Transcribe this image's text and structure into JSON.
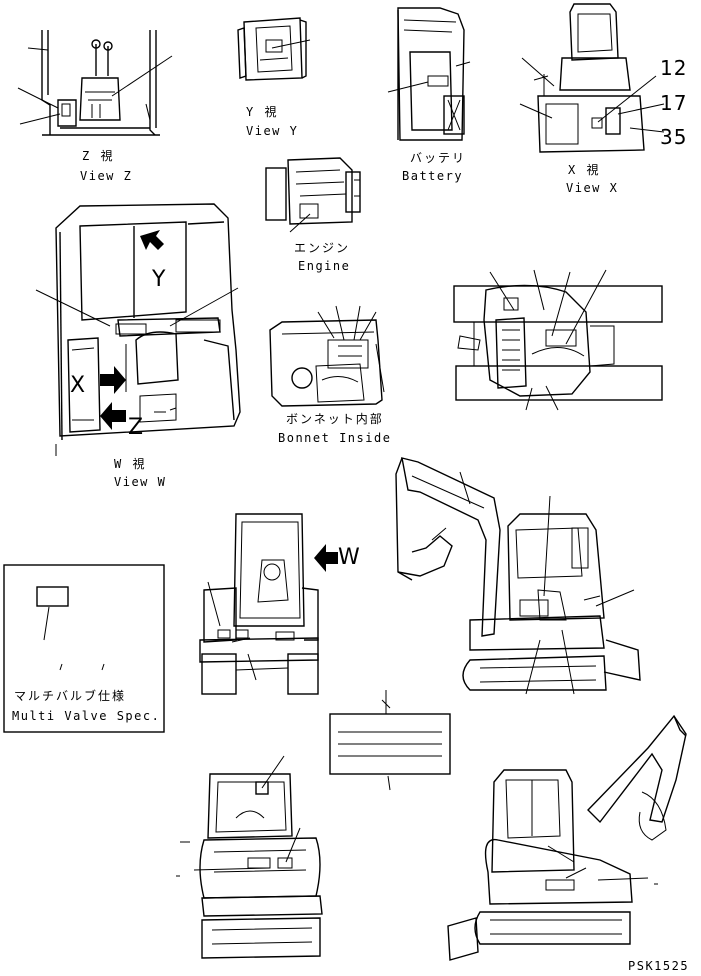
{
  "views": {
    "z": {
      "jp": "Z 視",
      "en": "View Z"
    },
    "y": {
      "jp": "Y 視",
      "en": "View Y"
    },
    "battery": {
      "jp": "バッテリ",
      "en": "Battery"
    },
    "x": {
      "jp": "X 視",
      "en": "View X"
    },
    "engine": {
      "jp": "エンジン",
      "en": "Engine"
    },
    "w": {
      "jp": "W 視",
      "en": "View W"
    },
    "bonnet": {
      "jp": "ボンネット内部",
      "en": "Bonnet Inside"
    }
  },
  "multi_valve": {
    "jp": "マルチバルブ仕様",
    "en": "Multi Valve Spec."
  },
  "callouts": {
    "n12": "12",
    "n17": "17",
    "n35": "35"
  },
  "view_letters": {
    "x": "X",
    "y": "Y",
    "z": "Z",
    "w": "W"
  },
  "part_code": "PSK1525"
}
